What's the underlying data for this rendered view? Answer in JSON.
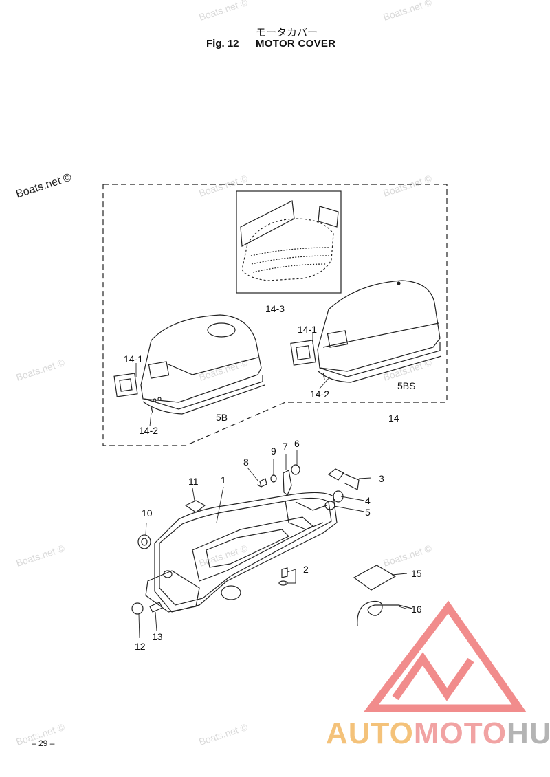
{
  "title": {
    "japanese": "モータカバー",
    "fig": "Fig. 12",
    "name": "MOTOR COVER"
  },
  "watermark": "Boats.net ©",
  "page_number": "– 29 –",
  "brand": {
    "part1": "AUTO",
    "part2": "MOTO",
    "part3": "HUB"
  },
  "parts": {
    "p1": "1",
    "p2": "2",
    "p3": "3",
    "p4": "4",
    "p5": "5",
    "p6": "6",
    "p7": "7",
    "p8": "8",
    "p9": "9",
    "p10": "10",
    "p11": "11",
    "p12": "12",
    "p13": "13",
    "p14": "14",
    "p15": "15",
    "p16": "16",
    "p14_1a": "14-1",
    "p14_1b": "14-1",
    "p14_2a": "14-2",
    "p14_2b": "14-2",
    "p14_3": "14-3",
    "p5b": "5B",
    "p5bs": "5BS"
  },
  "colors": {
    "line": "#222222",
    "watermark": "#d9d9d9",
    "logo_red": "#f08080",
    "logo_gold": "#f4c27a",
    "logo_gray": "#b4b4b4"
  }
}
